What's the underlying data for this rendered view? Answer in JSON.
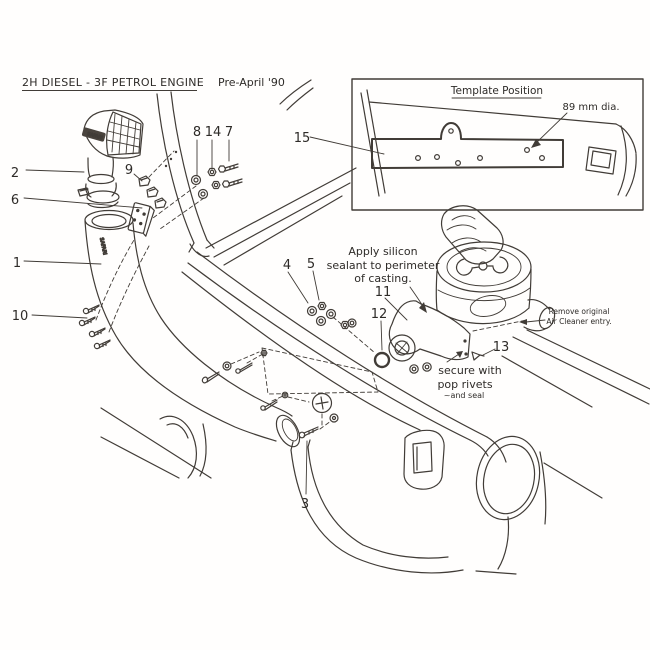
{
  "title": {
    "main": "2H DIESEL - 3F PETROL ENGINE",
    "sub": "Pre-April '90"
  },
  "inset": {
    "title": "Template Position",
    "dia_label": "89 mm dia."
  },
  "notes": {
    "silicon_1": "Apply silicon",
    "silicon_2": "sealant to perimeter",
    "silicon_3": "of casting.",
    "remove_1": "Remove original",
    "remove_2": "Air Cleaner entry.",
    "rivets_1": "secure with",
    "rivets_2": "pop rivets",
    "rivets_3": "~and seal"
  },
  "callouts": {
    "p1": "1",
    "p2": "2",
    "p3": "3",
    "p4": "4",
    "p5": "5",
    "p6": "6",
    "p7": "7",
    "p8": "8",
    "p9": "9",
    "p10": "10",
    "p11": "11",
    "p12": "12",
    "p13": "13",
    "p14": "14",
    "p15": "15"
  },
  "branding": {
    "head_label": "SAFARI",
    "tube_label": "SAFARI"
  }
}
